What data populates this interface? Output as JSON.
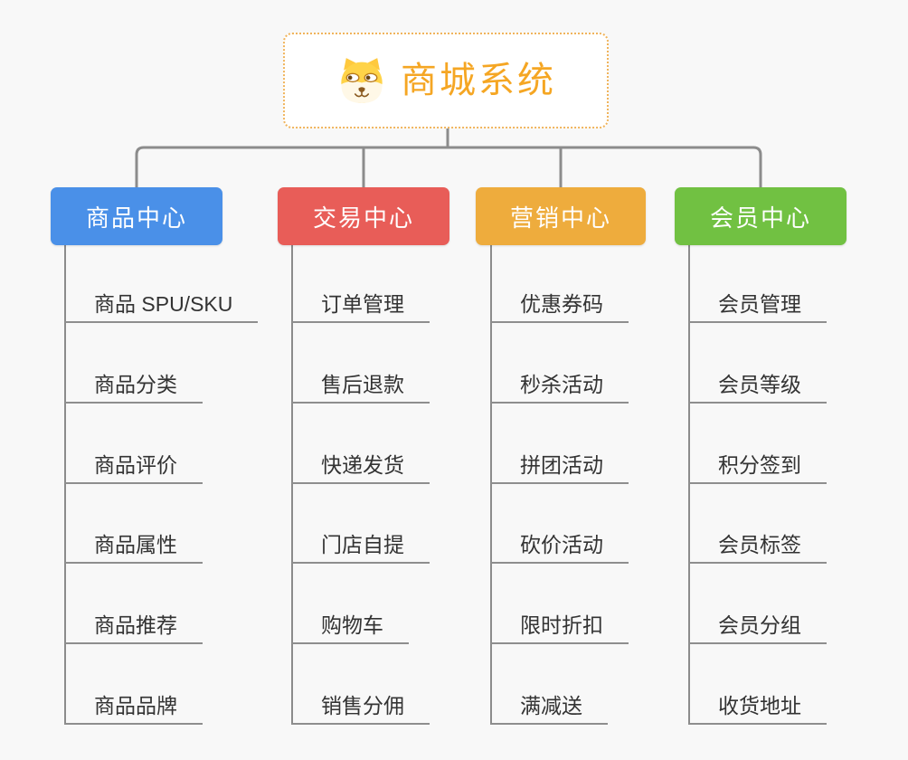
{
  "diagram": {
    "type": "mindmap-tree",
    "background_color": "#F8F8F8",
    "connector_color": "#8C8C8C",
    "child_underline_color": "#8E8E8E",
    "child_text_color": "#333333"
  },
  "root": {
    "title": "商城系统",
    "icon": "dog-face-icon",
    "text_color": "#F5A623",
    "border_color": "#F0B45C"
  },
  "branches": [
    {
      "label": "商品中心",
      "color": "#4A90E8",
      "children": [
        "商品 SPU/SKU",
        "商品分类",
        "商品评价",
        "商品属性",
        "商品推荐",
        "商品品牌"
      ]
    },
    {
      "label": "交易中心",
      "color": "#E85D58",
      "children": [
        "订单管理",
        "售后退款",
        "快递发货",
        "门店自提",
        "购物车",
        "销售分佣"
      ]
    },
    {
      "label": "营销中心",
      "color": "#EEAC3D",
      "children": [
        "优惠券码",
        "秒杀活动",
        "拼团活动",
        "砍价活动",
        "限时折扣",
        "满减送"
      ]
    },
    {
      "label": "会员中心",
      "color": "#71C142",
      "children": [
        "会员管理",
        "会员等级",
        "积分签到",
        "会员标签",
        "会员分组",
        "收货地址"
      ]
    }
  ]
}
